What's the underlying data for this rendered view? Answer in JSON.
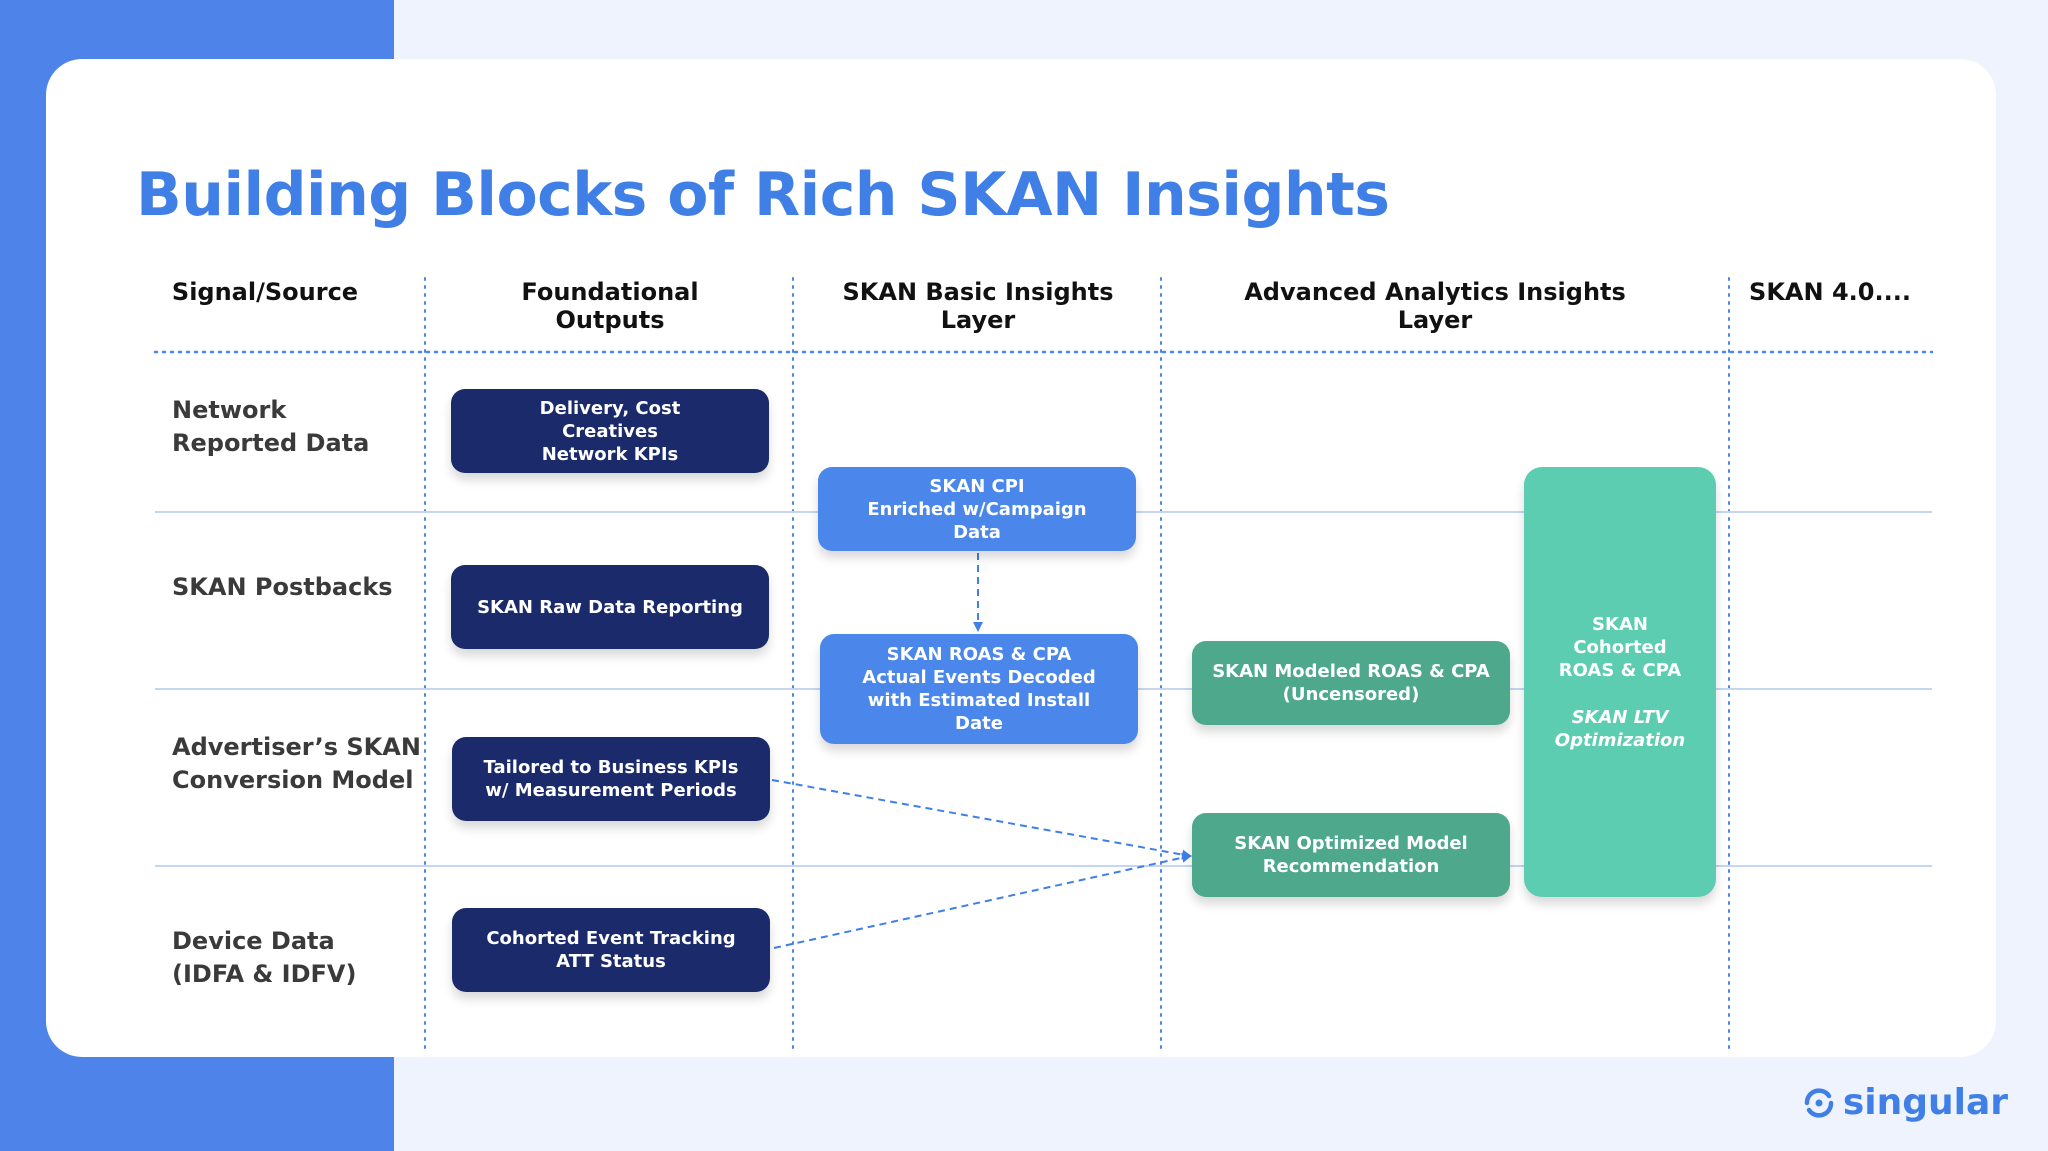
{
  "title": "Building Blocks of Rich SKAN Insights",
  "columns": [
    "Signal/Source",
    "Foundational\nOutputs",
    "SKAN Basic Insights\nLayer",
    "Advanced Analytics Insights\nLayer",
    "SKAN 4.0...."
  ],
  "rows": [
    "Network\nReported Data",
    "SKAN Postbacks",
    "Advertiser’s SKAN\nConversion Model",
    "Device Data\n(IDFA & IDFV)"
  ],
  "boxes": {
    "delivery": "Delivery, Cost\nCreatives\nNetwork KPIs",
    "raw": "SKAN Raw Data Reporting",
    "tailored": "Tailored to Business KPIs\nw/ Measurement Periods",
    "cohorted_tracking": "Cohorted Event Tracking\nATT Status",
    "cpi": "SKAN CPI\nEnriched w/Campaign\nData",
    "roas": "SKAN ROAS & CPA\nActual Events Decoded\nwith Estimated Install\nDate",
    "modeled": "SKAN Modeled ROAS & CPA\n(Uncensored)",
    "optimized": "SKAN Optimized Model\nRecommendation",
    "cohorted_roas": "SKAN\nCohorted\nROAS & CPA",
    "ltv": "SKAN LTV\nOptimization"
  },
  "logo": "singular",
  "colors": {
    "accent": "#3f7fe6",
    "band": "#4e83ea",
    "navy": "#1b2a6b",
    "blue": "#4b87ea",
    "teal": "#4da88c",
    "mint": "#5ccdb0"
  }
}
